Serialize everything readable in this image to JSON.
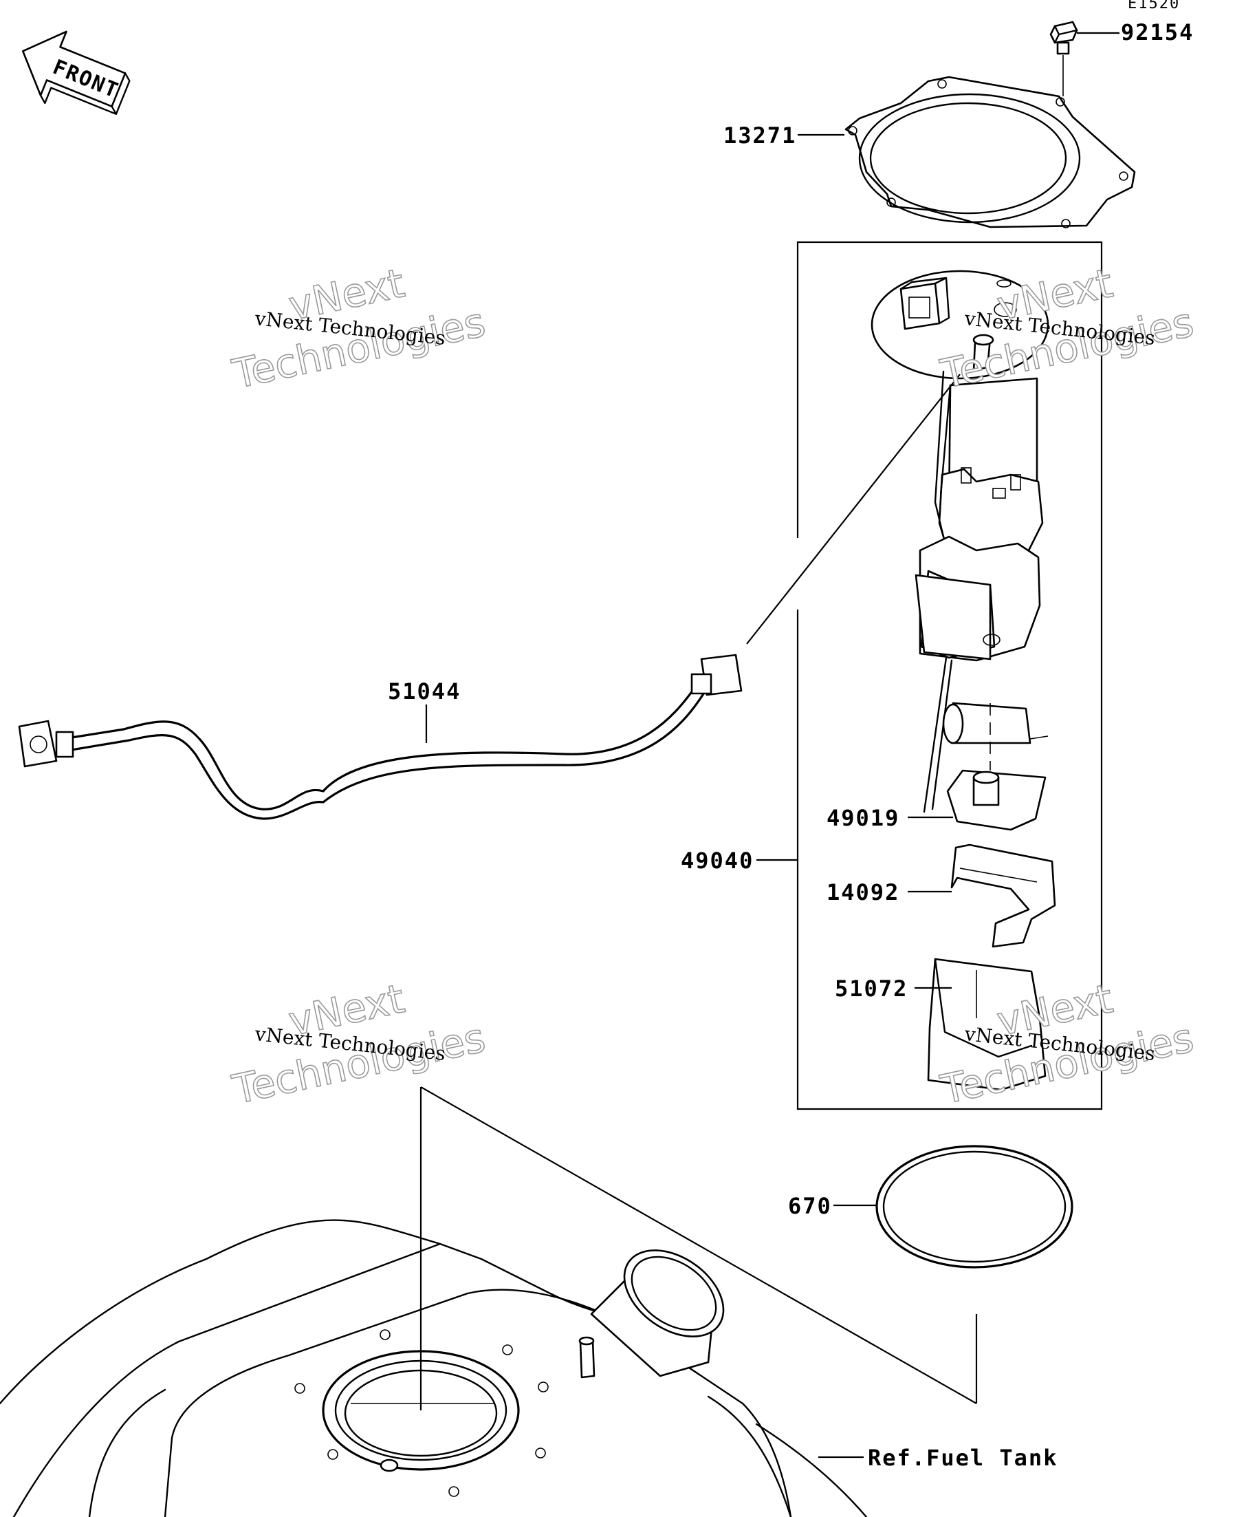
{
  "diagram_code": "E1520",
  "front_label": "FRONT",
  "parts": {
    "bolt": "92154",
    "gasket_plate": "13271",
    "pump_assembly": "49040",
    "harness": "51044",
    "filter": "49019",
    "bracket": "14092",
    "cover": "51072",
    "o_ring": "670"
  },
  "reference": "Ref.Fuel Tank",
  "watermarks": [
    {
      "line1": "vNext",
      "line2": "Technologies",
      "caption": "vNext Technologies"
    },
    {
      "line1": "vNext",
      "line2": "Technologies",
      "caption": "vNext Technologies"
    },
    {
      "line1": "vNext",
      "line2": "Technologies",
      "caption": "vNext Technologies"
    },
    {
      "line1": "vNext",
      "line2": "Technologies",
      "caption": "vNext Technologies"
    }
  ]
}
